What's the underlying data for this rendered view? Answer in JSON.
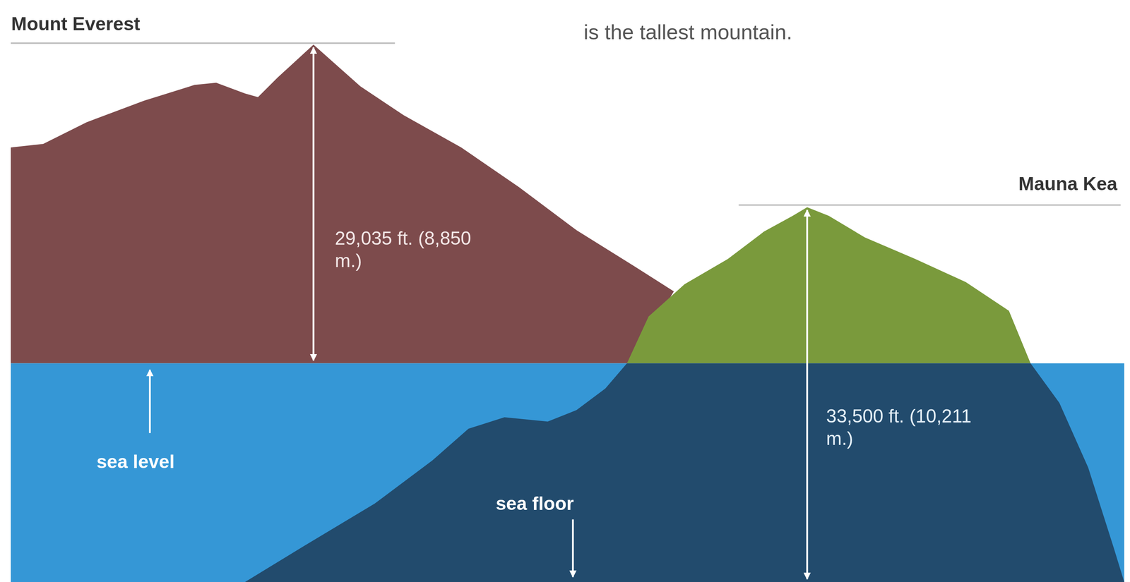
{
  "diagram": {
    "labels": [
      "Mount Everest",
      "is the tallest mountain.",
      "29,035 ft. (8,850 m.)",
      "Mauna Kea",
      "33,500 ft. (10,211 m.)",
      "sea level",
      "sea floor"
    ]
  }
}
